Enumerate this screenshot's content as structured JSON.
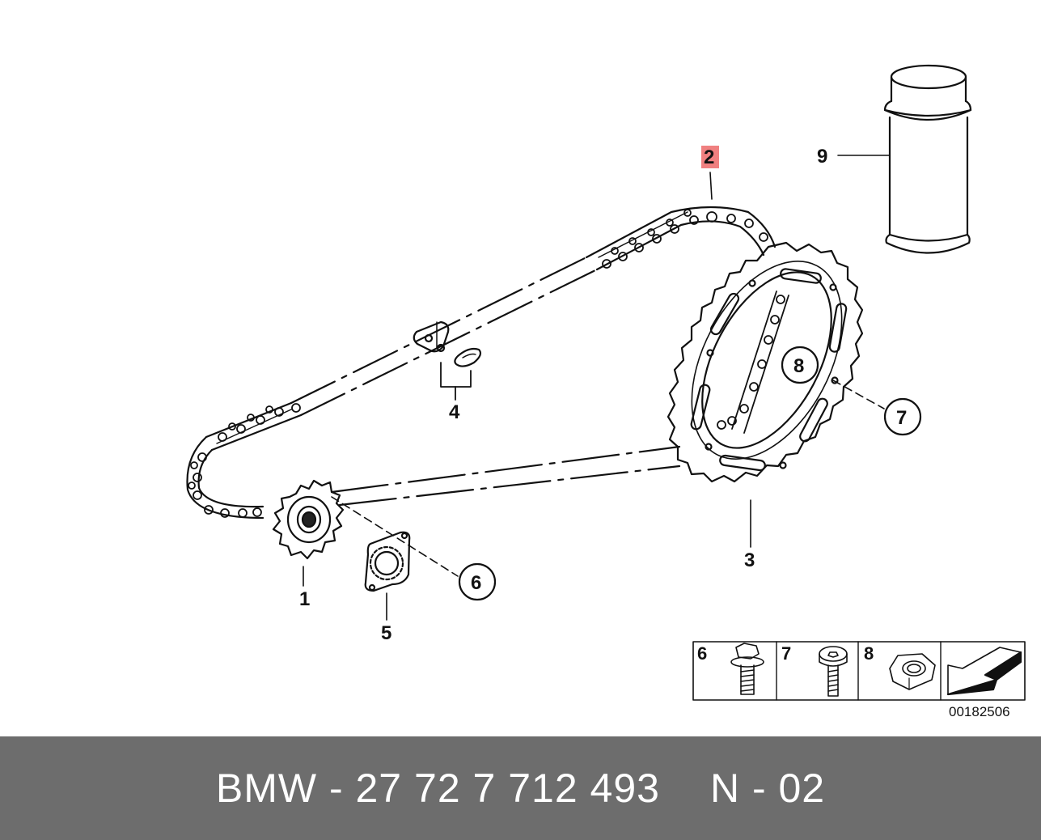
{
  "callouts": {
    "c1": "1",
    "c2": "2",
    "c3": "3",
    "c4": "4",
    "c5": "5",
    "c6": "6",
    "c7": "7",
    "c8": "8",
    "c9": "9"
  },
  "highlight_color": "#f08080",
  "legend": {
    "items": [
      {
        "num": "6",
        "part": "hex-flange-bolt"
      },
      {
        "num": "7",
        "part": "socket-head-bolt"
      },
      {
        "num": "8",
        "part": "hex-nut"
      }
    ]
  },
  "doc_number": "00182506",
  "footer": {
    "part_number": "BMW - 27 72 7 712 493",
    "code": "N - 02"
  }
}
